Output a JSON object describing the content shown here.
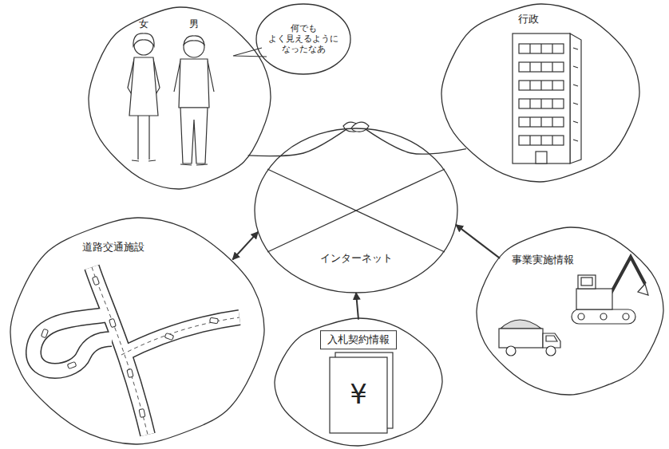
{
  "diagram": {
    "nodes": [
      {
        "text": [
          "女",
          "男"
        ]
      },
      {
        "text": [
          "何でも よく見えるように なったなあ"
        ]
      },
      {
        "text": [
          "行政"
        ]
      },
      {
        "text": [
          "インターネット"
        ]
      },
      {
        "text": [
          "道路交通施設"
        ]
      },
      {
        "text": [
          "入札契約情報"
        ]
      },
      {
        "text": [
          "事業実施情報"
        ]
      }
    ],
    "edges": [
      {
        "from": 0,
        "to": 3,
        "arrow": "none"
      },
      {
        "from": 2,
        "to": 3,
        "arrow": "none"
      },
      {
        "from": 3,
        "to": 4,
        "arrow": "both"
      },
      {
        "from": 5,
        "to": 3,
        "arrow": "to"
      },
      {
        "from": 6,
        "to": 3,
        "arrow": "to"
      }
    ],
    "labels": [
      "¥"
    ]
  }
}
